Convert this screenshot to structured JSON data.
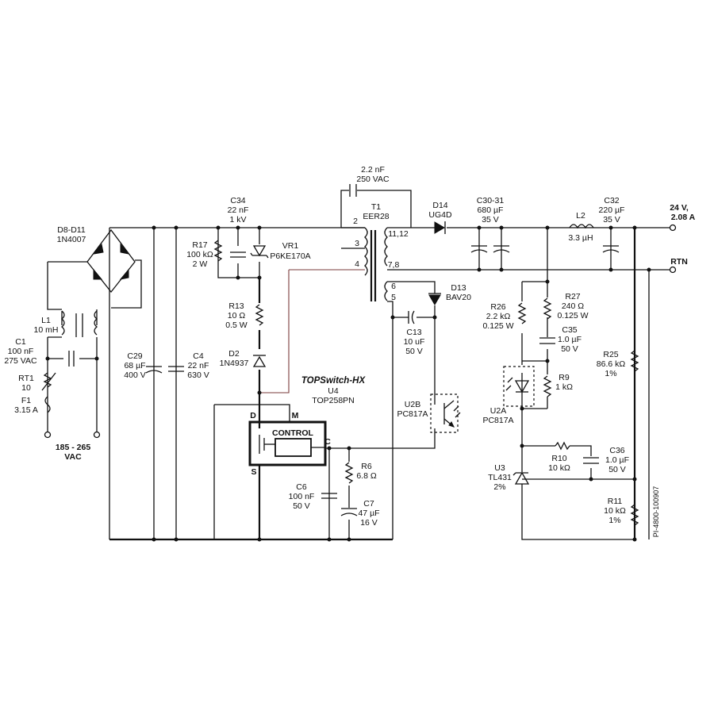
{
  "components": {
    "bridge": {
      "ref": "D8-D11",
      "value": "1N4007"
    },
    "l1": {
      "ref": "L1",
      "value": "10 mH"
    },
    "c1": {
      "ref": "C1",
      "value": "100 nF",
      "rating": "275 VAC"
    },
    "rt1": {
      "ref": "RT1",
      "value": "10"
    },
    "f1": {
      "ref": "F1",
      "value": "3.15 A"
    },
    "input": {
      "range": "185 - 265",
      "unit": "VAC"
    },
    "c29": {
      "ref": "C29",
      "value": "68 µF",
      "rating": "400 V"
    },
    "c4": {
      "ref": "C4",
      "value": "22 nF",
      "rating": "630 V"
    },
    "c34": {
      "ref": "C34",
      "value": "22 nF",
      "rating": "1 kV"
    },
    "r17": {
      "ref": "R17",
      "value": "100 kΩ",
      "rating": "2 W"
    },
    "vr1": {
      "ref": "VR1",
      "value": "P6KE170A"
    },
    "r13": {
      "ref": "R13",
      "value": "10 Ω",
      "rating": "0.5 W"
    },
    "d2": {
      "ref": "D2",
      "value": "1N4937"
    },
    "cy": {
      "value": "2.2 nF",
      "rating": "250 VAC"
    },
    "t1": {
      "ref": "T1",
      "value": "EER28",
      "pins": [
        "2",
        "3",
        "4",
        "11,12",
        "7,8",
        "6",
        "5"
      ]
    },
    "d14": {
      "ref": "D14",
      "value": "UG4D"
    },
    "c30": {
      "ref": "C30-31",
      "value": "680 µF",
      "rating": "35 V"
    },
    "l2": {
      "ref": "L2",
      "value": "3.3 µH"
    },
    "c32": {
      "ref": "C32",
      "value": "220 µF",
      "rating": "35 V"
    },
    "output": {
      "voltage": "24 V,",
      "current": "2.08 A",
      "rtn": "RTN"
    },
    "d13": {
      "ref": "D13",
      "value": "BAV20"
    },
    "c13": {
      "ref": "C13",
      "value": "10 uF",
      "rating": "50 V"
    },
    "u2b": {
      "ref": "U2B",
      "value": "PC817A"
    },
    "u4": {
      "brand": "TOPSwitch-HX",
      "ref": "U4",
      "value": "TOP258PN",
      "control": "CONTROL",
      "pin_d": "D",
      "pin_m": "M",
      "pin_c": "C",
      "pin_s": "S"
    },
    "r6": {
      "ref": "R6",
      "value": "6.8 Ω"
    },
    "c6": {
      "ref": "C6",
      "value": "100 nF",
      "rating": "50 V"
    },
    "c7": {
      "ref": "C7",
      "value": "47 µF",
      "rating": "16 V"
    },
    "r26": {
      "ref": "R26",
      "value": "2.2 kΩ",
      "rating": "0.125 W"
    },
    "r27": {
      "ref": "R27",
      "value": "240 Ω",
      "rating": "0.125 W"
    },
    "c35": {
      "ref": "C35",
      "value": "1.0 µF",
      "rating": "50 V"
    },
    "r9": {
      "ref": "R9",
      "value": "1 kΩ"
    },
    "u2a": {
      "ref": "U2A",
      "value": "PC817A"
    },
    "r25": {
      "ref": "R25",
      "value": "86.6 kΩ",
      "tolerance": "1%"
    },
    "r10": {
      "ref": "R10",
      "value": "10 kΩ"
    },
    "c36": {
      "ref": "C36",
      "value": "1.0 µF",
      "rating": "50 V"
    },
    "u3": {
      "ref": "U3",
      "value": "TL431",
      "tolerance": "2%"
    },
    "r11": {
      "ref": "R11",
      "value": "10 kΩ",
      "tolerance": "1%"
    }
  },
  "drawing_id": "PI-4800-100907"
}
